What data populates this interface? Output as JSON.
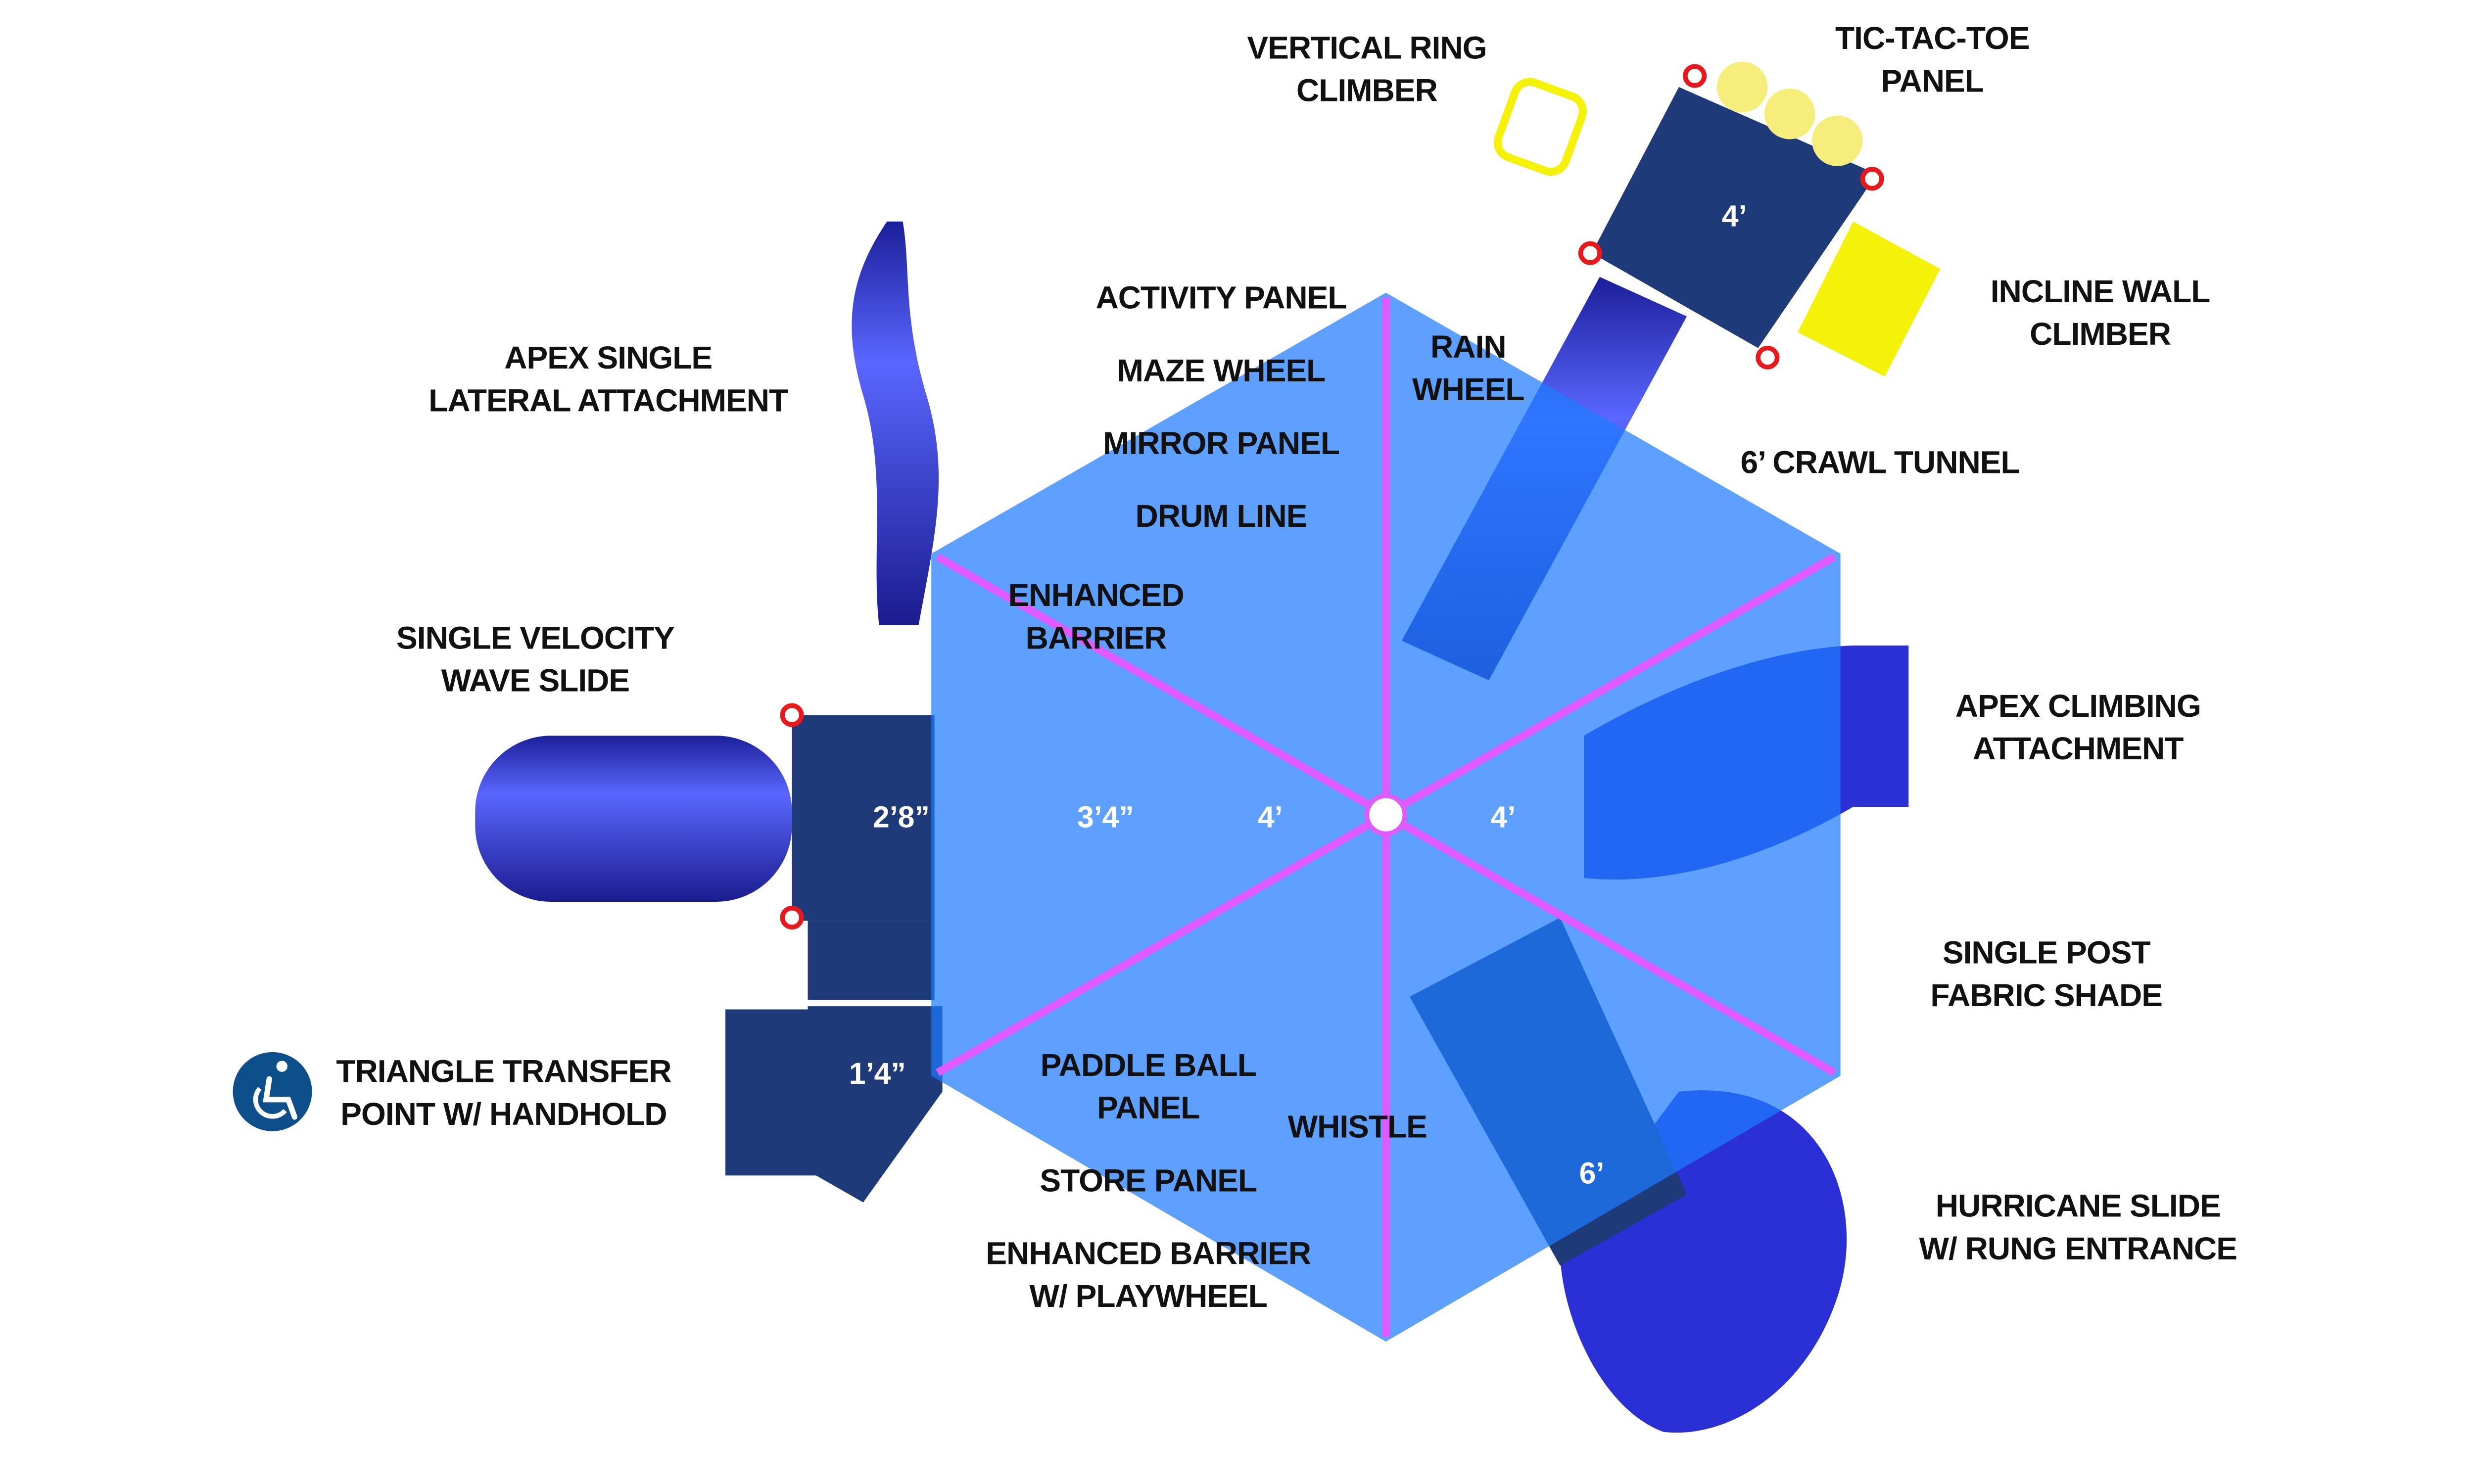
{
  "title": "Playground plan view",
  "colors": {
    "shade": "#1e7bff",
    "deck": "#1f3a78",
    "slide": "#2b2fd6",
    "accent_yellow": "#f5f20a",
    "pink": "#e05bff",
    "post_red": "#e8191d",
    "access_icon": "#0d4f8b"
  },
  "labels": {
    "vertical_ring": [
      "VERTICAL RING",
      "CLIMBER"
    ],
    "tic_tac_toe": [
      "TIC-TAC-TOE",
      "PANEL"
    ],
    "incline_wall": [
      "INCLINE WALL",
      "CLIMBER"
    ],
    "apex_single": [
      "APEX SINGLE",
      "LATERAL ATTACHMENT"
    ],
    "activity_panel": "ACTIVITY PANEL",
    "maze_wheel": "MAZE WHEEL",
    "mirror_panel": "MIRROR PANEL",
    "drum_line": "DRUM LINE",
    "rain_wheel": [
      "RAIN",
      "WHEEL"
    ],
    "crawl_tunnel": "6’ CRAWL TUNNEL",
    "enhanced_barrier": [
      "ENHANCED",
      "BARRIER"
    ],
    "wave_slide": [
      "SINGLE VELOCITY",
      "WAVE SLIDE"
    ],
    "apex_climbing": [
      "APEX CLIMBING",
      "ATTACHMENT"
    ],
    "fabric_shade": [
      "SINGLE POST",
      "FABRIC SHADE"
    ],
    "transfer_point": [
      "TRIANGLE TRANSFER",
      "POINT W/ HANDHOLD"
    ],
    "paddle_ball": [
      "PADDLE BALL",
      "PANEL"
    ],
    "whistle": "WHISTLE",
    "store_panel": "STORE PANEL",
    "barrier_playwheel": [
      "ENHANCED BARRIER",
      "W/ PLAYWHEEL"
    ],
    "hurricane_slide": [
      "HURRICANE SLIDE",
      "W/ RUNG ENTRANCE"
    ]
  },
  "deck_heights": {
    "left_deck": "2’8”",
    "mid_deck": "3’4”",
    "center_left": "4’",
    "center_right": "4’",
    "tower_top": "4’",
    "transfer": "1’4”",
    "slide_deck": "6’"
  },
  "icons": {
    "accessibility": "wheelchair-accessibility-icon"
  }
}
